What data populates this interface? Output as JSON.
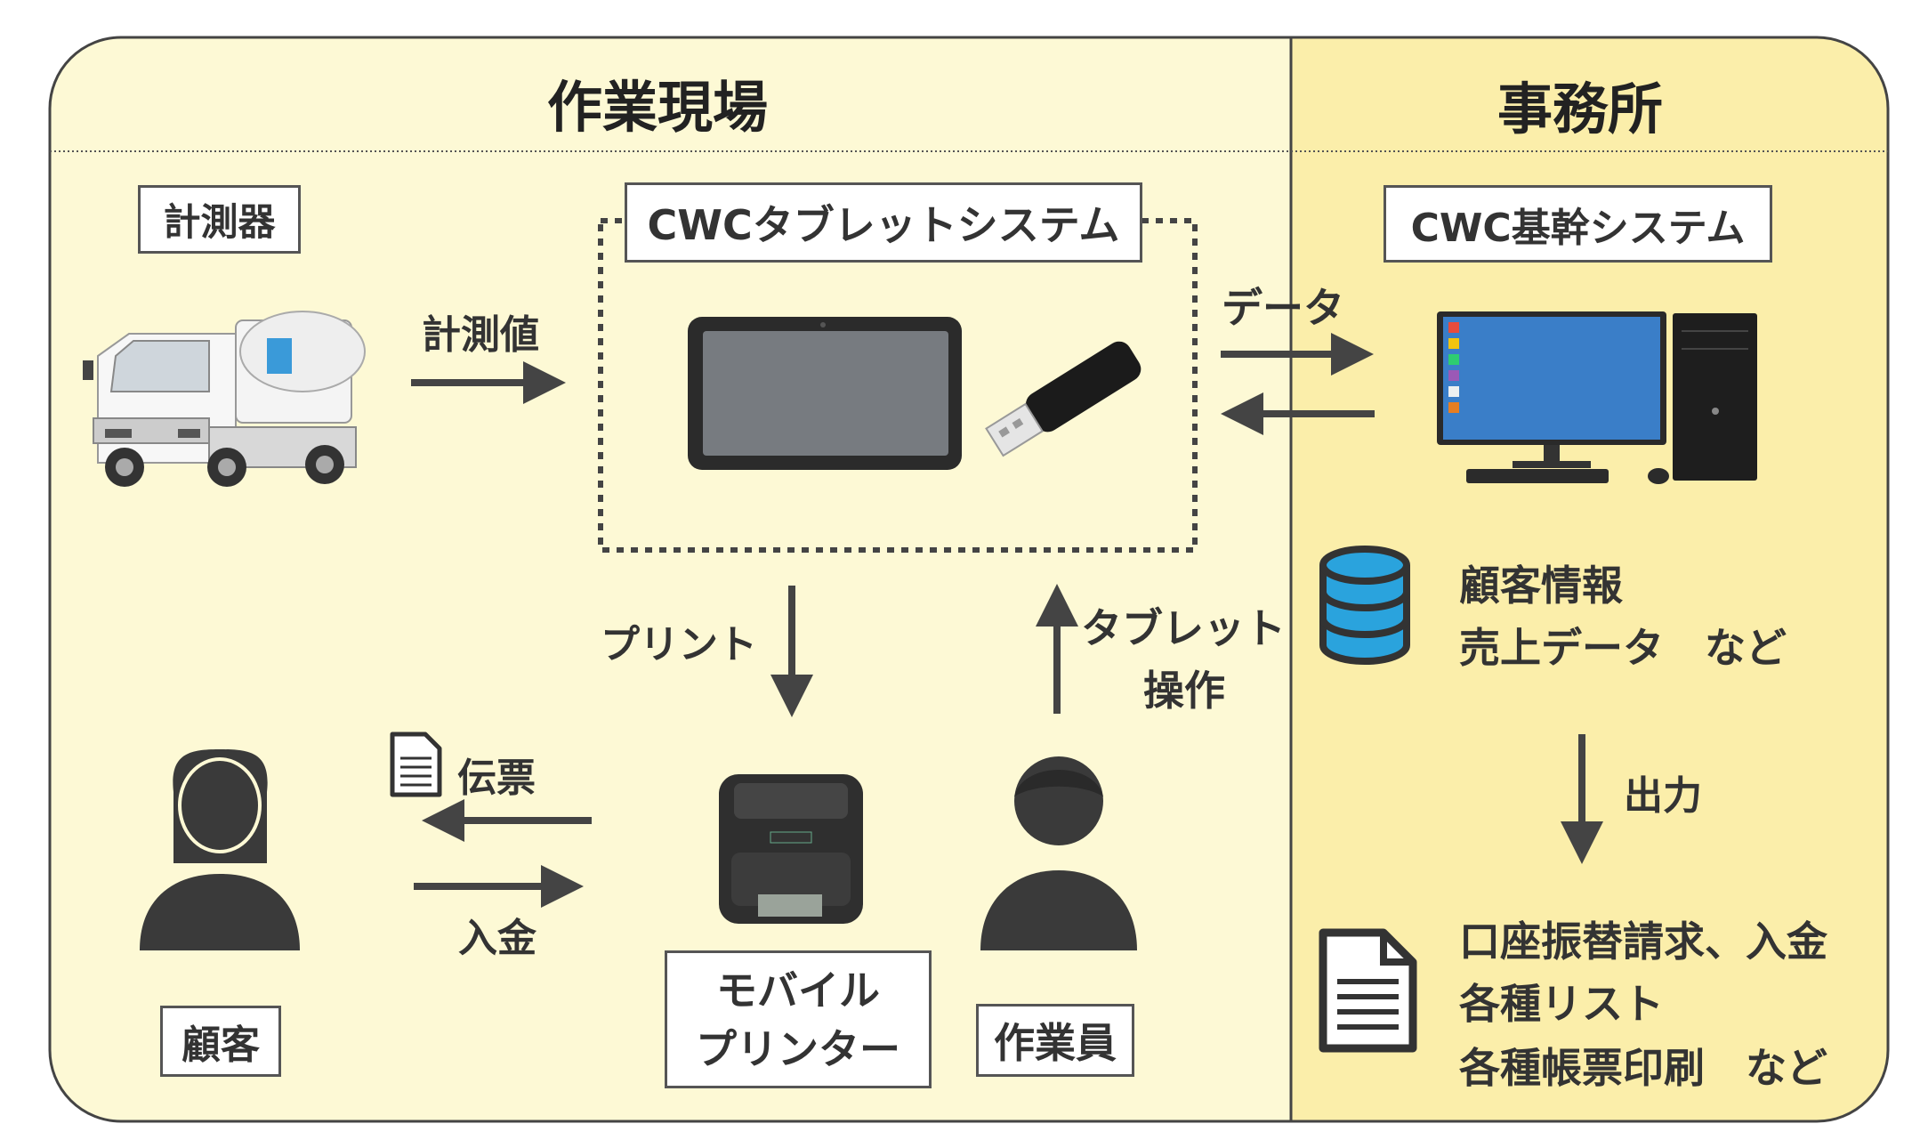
{
  "colors": {
    "site_bg": "#fdf9d5",
    "office_bg": "#fbeeaa",
    "border": "#444444",
    "arrow": "#444444",
    "monitor": "#3a7ec8",
    "database": "#2aa3dd"
  },
  "site": {
    "title": "作業現場",
    "measuring_device": "計測器",
    "measured_value": "計測値",
    "tablet_system": "CWCタブレットシステム",
    "print": "プリント",
    "tablet_op_line1": "タブレット",
    "tablet_op_line2": "操作",
    "slip": "伝票",
    "payment": "入金",
    "customer": "顧客",
    "mobile_printer_line1": "モバイル",
    "mobile_printer_line2": "プリンター",
    "worker": "作業員"
  },
  "office": {
    "title": "事務所",
    "core_system": "CWC基幹システム",
    "data": "データ",
    "db_line1": "顧客情報",
    "db_line2": "売上データ　など",
    "output": "出力",
    "doc_line1": "口座振替請求、入金",
    "doc_line2": "各種リスト",
    "doc_line3": "各種帳票印刷　など"
  },
  "icons": [
    "vacuum-truck-image",
    "tablet-image",
    "usb-drive-image",
    "desktop-pc-image",
    "database-icon",
    "document-icon",
    "mobile-printer-image",
    "customer-icon",
    "worker-icon"
  ]
}
